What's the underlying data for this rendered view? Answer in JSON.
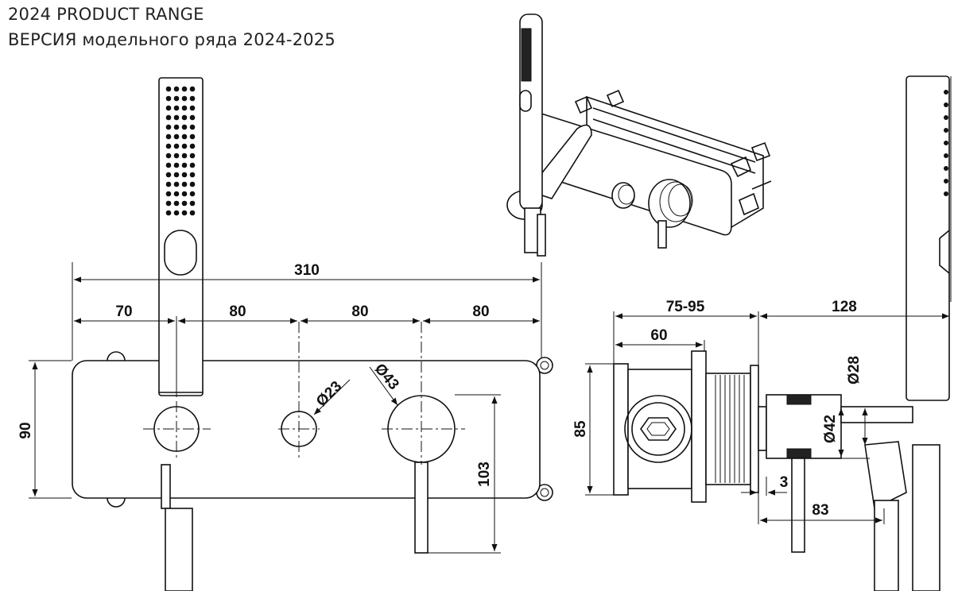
{
  "header": {
    "line1": "2024 PRODUCT RANGE",
    "line2": "ВЕРСИЯ модельного ряда 2024-2025"
  },
  "dimensions": {
    "total_width": "310",
    "seg_70": "70",
    "seg_80a": "80",
    "seg_80b": "80",
    "seg_80c": "80",
    "height_90": "90",
    "knob_small": "Ø23",
    "knob_large": "Ø43",
    "lever_103": "103",
    "depth_75_95": "75-95",
    "depth_60": "60",
    "projection_128": "128",
    "box_85": "85",
    "holder_28": "Ø28",
    "escutcheon_42": "Ø42",
    "gap_3": "3",
    "lever_83": "83"
  }
}
